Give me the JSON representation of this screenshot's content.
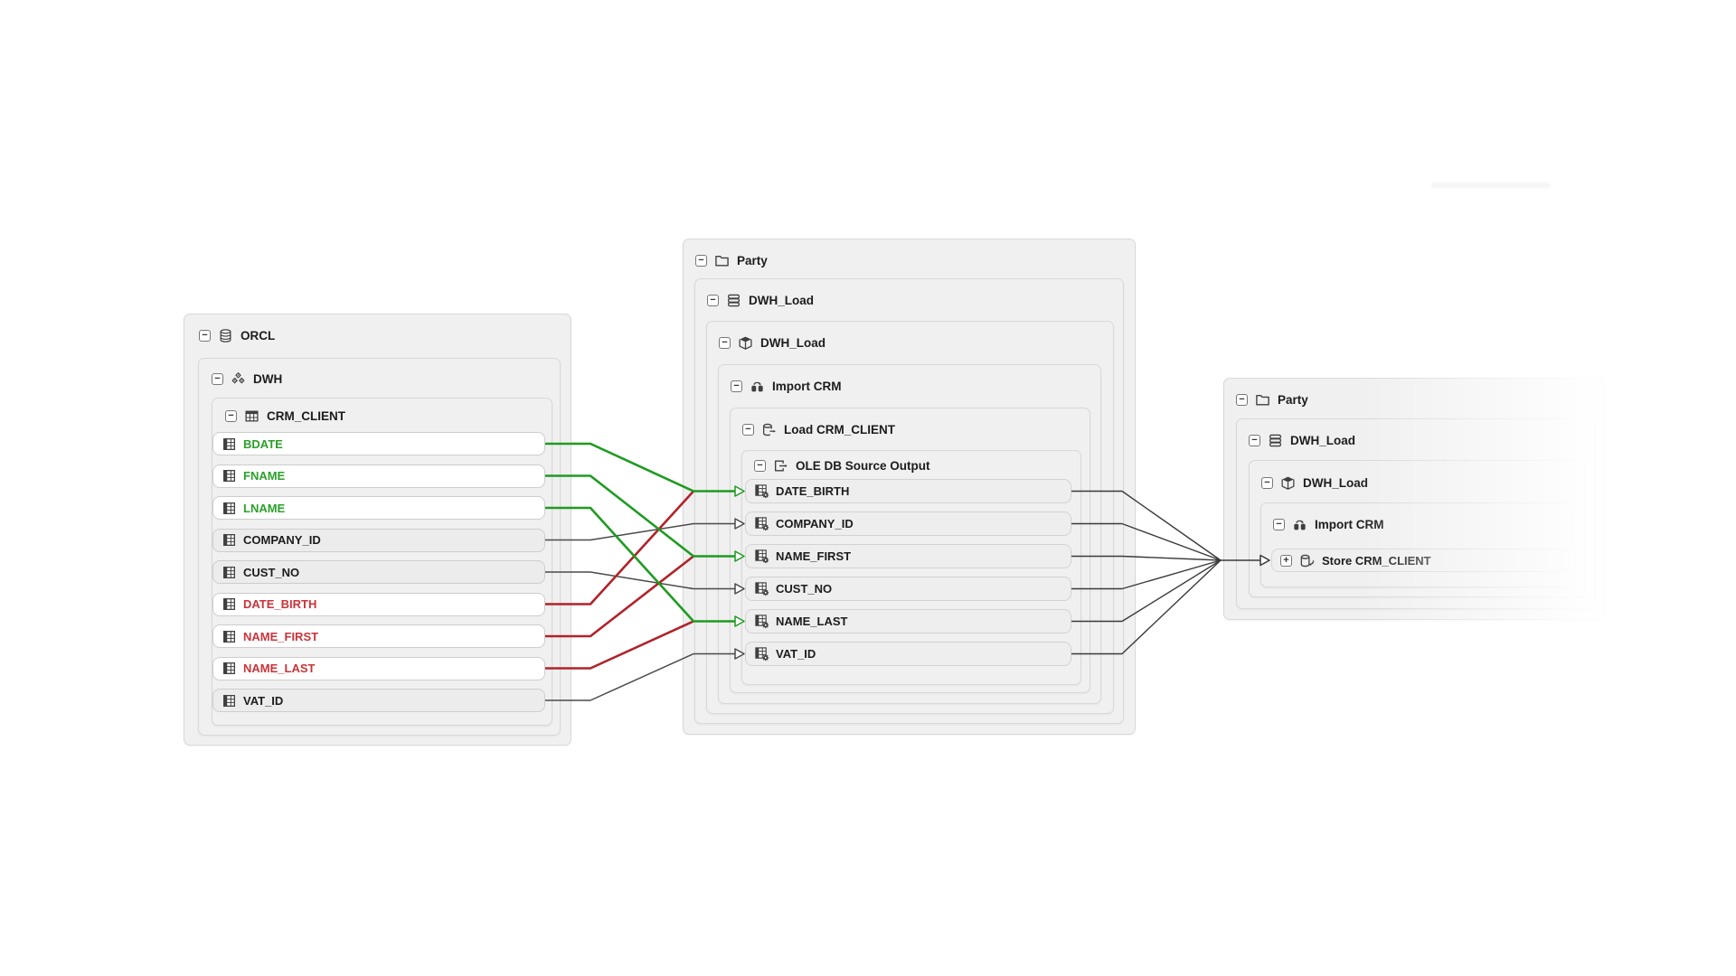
{
  "colors": {
    "green": "#1e9b20",
    "red": "#b1222a",
    "neutral": "#4a4a4a",
    "wire_dark": "#3a3a3a",
    "text_green": "#2aa02a",
    "text_red": "#cb3339",
    "text_dark": "#1c1c1c"
  },
  "left_group": {
    "levels": [
      {
        "label": "ORCL",
        "icon": "database-icon",
        "expander": "−"
      },
      {
        "label": "DWH",
        "icon": "schema-icon",
        "expander": "−"
      },
      {
        "label": "CRM_CLIENT",
        "icon": "table-icon",
        "expander": "−"
      }
    ],
    "column_icon": "column-icon",
    "columns": [
      {
        "id": "l-bdate",
        "label": "BDATE",
        "state": "added"
      },
      {
        "id": "l-fname",
        "label": "FNAME",
        "state": "added"
      },
      {
        "id": "l-lname",
        "label": "LNAME",
        "state": "added"
      },
      {
        "id": "l-company-id",
        "label": "COMPANY_ID",
        "state": "normal"
      },
      {
        "id": "l-cust-no",
        "label": "CUST_NO",
        "state": "normal"
      },
      {
        "id": "l-date-birth",
        "label": "DATE_BIRTH",
        "state": "removed"
      },
      {
        "id": "l-name-first",
        "label": "NAME_FIRST",
        "state": "removed"
      },
      {
        "id": "l-name-last",
        "label": "NAME_LAST",
        "state": "removed"
      },
      {
        "id": "l-vat-id",
        "label": "VAT_ID",
        "state": "normal"
      }
    ]
  },
  "middle_group": {
    "levels": [
      {
        "label": "Party",
        "icon": "folder-icon",
        "expander": "−"
      },
      {
        "label": "DWH_Load",
        "icon": "stack-icon",
        "expander": "−"
      },
      {
        "label": "DWH_Load",
        "icon": "package-icon",
        "expander": "−"
      },
      {
        "label": "Import CRM",
        "icon": "dataflow-icon",
        "expander": "−"
      },
      {
        "label": "Load CRM_CLIENT",
        "icon": "database-out-icon",
        "expander": "−"
      },
      {
        "label": "OLE DB Source Output",
        "icon": "box-out-icon",
        "expander": "−"
      }
    ],
    "column_icon": "column-gear-icon",
    "columns": [
      {
        "id": "m-date-birth",
        "label": "DATE_BIRTH",
        "arrow": "green"
      },
      {
        "id": "m-company-id",
        "label": "COMPANY_ID",
        "arrow": "neutral"
      },
      {
        "id": "m-name-first",
        "label": "NAME_FIRST",
        "arrow": "green"
      },
      {
        "id": "m-cust-no",
        "label": "CUST_NO",
        "arrow": "neutral"
      },
      {
        "id": "m-name-last",
        "label": "NAME_LAST",
        "arrow": "green"
      },
      {
        "id": "m-vat-id",
        "label": "VAT_ID",
        "arrow": "neutral"
      }
    ]
  },
  "right_group": {
    "levels": [
      {
        "label": "Party",
        "icon": "folder-icon",
        "expander": "−"
      },
      {
        "label": "DWH_Load",
        "icon": "stack-icon",
        "expander": "−"
      },
      {
        "label": "DWH_Load",
        "icon": "package-icon",
        "expander": "−"
      },
      {
        "label": "Import CRM",
        "icon": "dataflow-icon",
        "expander": "−"
      }
    ],
    "leaf": {
      "id": "store-crm-client",
      "label": "Store CRM_CLIENT",
      "icon": "database-in-icon",
      "expander": "+"
    }
  },
  "connections": {
    "left_to_middle": [
      {
        "from": "l-bdate",
        "to": "m-date-birth",
        "color": "green"
      },
      {
        "from": "l-fname",
        "to": "m-name-first",
        "color": "green"
      },
      {
        "from": "l-lname",
        "to": "m-name-last",
        "color": "green"
      },
      {
        "from": "l-company-id",
        "to": "m-company-id",
        "color": "neutral"
      },
      {
        "from": "l-cust-no",
        "to": "m-cust-no",
        "color": "neutral"
      },
      {
        "from": "l-date-birth",
        "to": "m-date-birth",
        "color": "red"
      },
      {
        "from": "l-name-first",
        "to": "m-name-first",
        "color": "red"
      },
      {
        "from": "l-name-last",
        "to": "m-name-last",
        "color": "red"
      },
      {
        "from": "l-vat-id",
        "to": "m-vat-id",
        "color": "neutral"
      }
    ],
    "middle_to_right": [
      {
        "from": "m-date-birth",
        "to": "store-crm-client"
      },
      {
        "from": "m-company-id",
        "to": "store-crm-client"
      },
      {
        "from": "m-name-first",
        "to": "store-crm-client"
      },
      {
        "from": "m-cust-no",
        "to": "store-crm-client"
      },
      {
        "from": "m-name-last",
        "to": "store-crm-client"
      },
      {
        "from": "m-vat-id",
        "to": "store-crm-client"
      }
    ]
  }
}
